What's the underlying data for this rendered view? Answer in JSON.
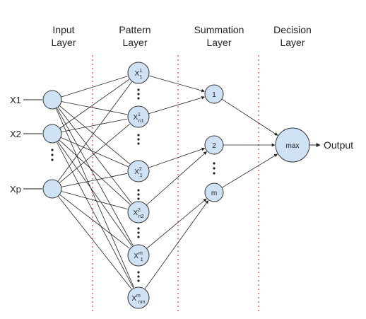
{
  "layers": {
    "input": [
      "Input",
      "Layer"
    ],
    "pattern": [
      "Pattern",
      "Layer"
    ],
    "summation": [
      "Summation",
      "Layer"
    ],
    "decision": [
      "Decision",
      "Layer"
    ]
  },
  "inputs": [
    "X1",
    "X2",
    "Xp"
  ],
  "pattern_nodes": [
    {
      "base": "X",
      "sup": "1",
      "sub": "1"
    },
    {
      "base": "X",
      "sup": "1",
      "sub": "n1"
    },
    {
      "base": "X",
      "sup": "2",
      "sub": "1"
    },
    {
      "base": "X",
      "sup": "2",
      "sub": "n2"
    },
    {
      "base": "X",
      "sup": "m",
      "sub": "1"
    },
    {
      "base": "X",
      "sup": "m",
      "sub": "nm"
    }
  ],
  "summation_nodes": [
    "1",
    "2",
    "m"
  ],
  "decision_node": "max",
  "output_label": "Output",
  "colors": {
    "node_fill": "#cfe2f3",
    "node_stroke": "#333333",
    "edge": "#222222",
    "divider": "#e06666"
  }
}
